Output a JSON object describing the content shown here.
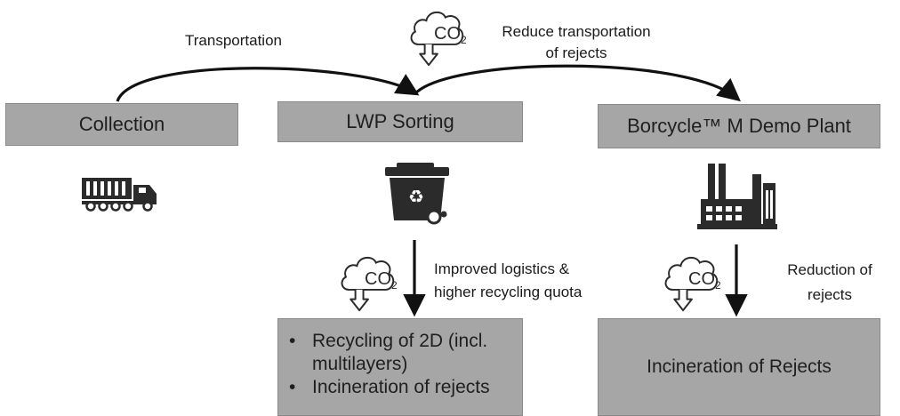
{
  "nodes": {
    "collection": "Collection",
    "lwp_sorting": "LWP Sorting",
    "borcycle": "Borcycle™ M Demo Plant",
    "recycling_items": [
      "Recycling of 2D  (incl.",
      "multilayers)",
      "Incineration of rejects"
    ],
    "incineration_rejects": "Incineration of Rejects"
  },
  "edges": {
    "transportation": "Transportation",
    "reduce_line1": "Reduce transportation",
    "reduce_line2": "of rejects",
    "improved_line1": "Improved logistics &",
    "improved_line2": "higher recycling quota",
    "reduction_line1": "Reduction of",
    "reduction_line2": "rejects"
  },
  "icons": {
    "co2_label": "CO",
    "co2_sub": "2",
    "truck": "truck-icon",
    "bin": "recycling-bin-icon",
    "factory": "factory-icon"
  },
  "colors": {
    "box_fill": "#a6a6a6",
    "icon": "#2b2b2b"
  }
}
